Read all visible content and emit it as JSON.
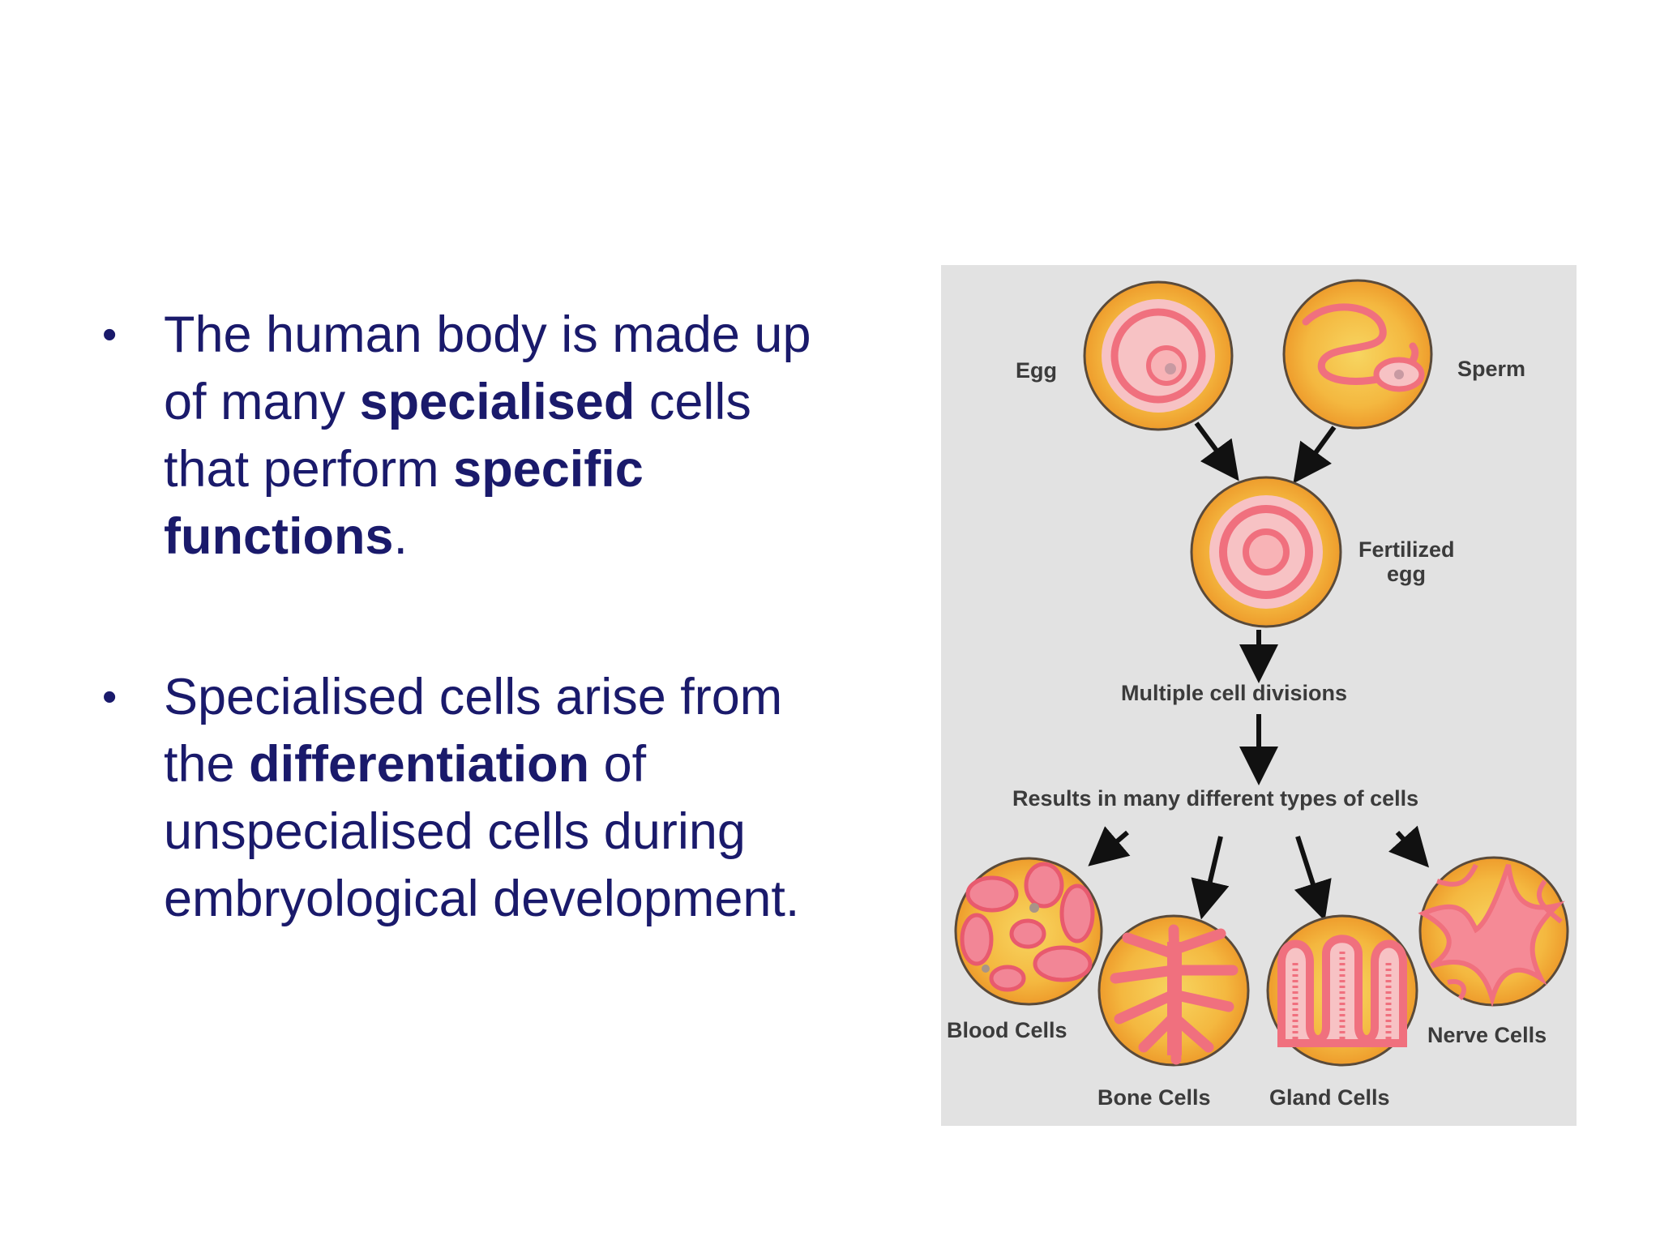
{
  "bullets": [
    {
      "text_1": "The human body is made up of many ",
      "bold_1": "specialised",
      "text_2": " cells that perform ",
      "bold_2": "specific functions",
      "text_3": "."
    },
    {
      "text_1": "Specialised cells arise from the ",
      "bold_1": "differentiation",
      "text_2": " of unspecialised cells during embryological development.",
      "bold_2": "",
      "text_3": ""
    }
  ],
  "diagram": {
    "egg_label": "Egg",
    "sperm_label": "Sperm",
    "fertilized_label_line1": "Fertilized",
    "fertilized_label_line2": "egg",
    "divisions_label": "Multiple cell divisions",
    "results_label": "Results in many different types of cells",
    "blood_label": "Blood Cells",
    "bone_label": "Bone Cells",
    "gland_label": "Gland Cells",
    "nerve_label": "Nerve Cells",
    "colors": {
      "background": "#e2e2e2",
      "cell_outer": "#f4b23a",
      "cell_inner": "#f6d05a",
      "pink": "#f2788a",
      "pale_pink": "#f8c4c8",
      "text_blue": "#1a1a6b"
    }
  }
}
